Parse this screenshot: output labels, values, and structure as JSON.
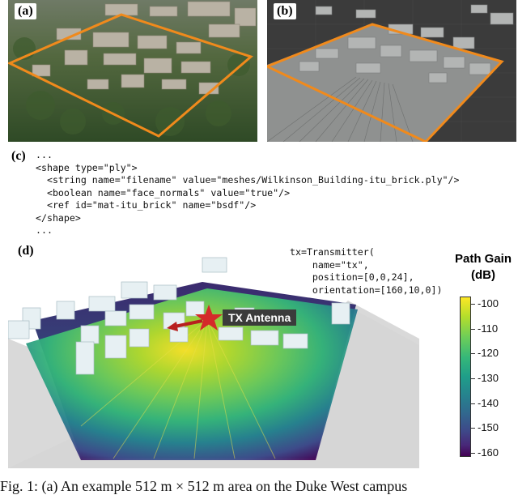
{
  "panels": {
    "a": {
      "label": "(a)"
    },
    "b": {
      "label": "(b)"
    },
    "c": {
      "label": "(c)",
      "code_lines": [
        "...",
        "<shape type=\"ply\">",
        "  <string name=\"filename\" value=\"meshes/Wilkinson_Building-itu_brick.ply\"/>",
        "  <boolean name=\"face_normals\" value=\"true\"/>",
        "  <ref id=\"mat-itu_brick\" name=\"bsdf\"/>",
        "</shape>",
        "..."
      ]
    },
    "d": {
      "label": "(d)",
      "tx_label": "TX Antenna",
      "code_lines": [
        "tx=Transmitter(",
        "    name=\"tx\",",
        "    position=[0,0,24],",
        "    orientation=[160,10,0])"
      ]
    }
  },
  "colorbar": {
    "title_line1": "Path Gain",
    "title_line2": "(dB)",
    "ticks": [
      "-100",
      "-110",
      "-120",
      "-130",
      "-140",
      "-150",
      "-160"
    ],
    "tick_values": [
      -100,
      -110,
      -120,
      -130,
      -140,
      -150,
      -160
    ],
    "range": [
      -161,
      -97
    ],
    "colormap": "viridis"
  },
  "caption": "Fig. 1: (a) An example 512 m × 512 m area on the Duke West campus",
  "colors": {
    "outline_orange": "#f08a1c",
    "tx_star": "#d42a2a",
    "arrow": "#b81f1f",
    "label_box": "#3b3b3b"
  }
}
